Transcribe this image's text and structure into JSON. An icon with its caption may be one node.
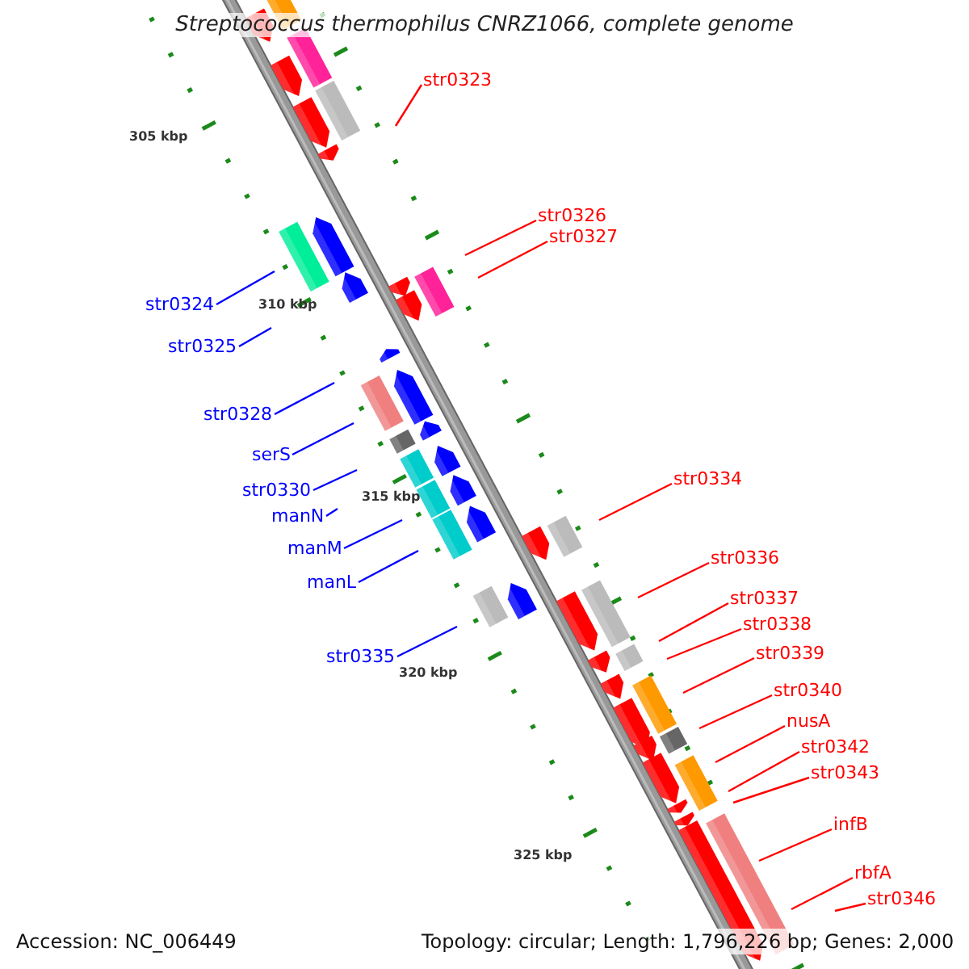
{
  "diagram": {
    "title": "Streptococcus thermophilus CNRZ1066, complete genome",
    "nodes": [
      {
        "text": [
          "str0323"
        ]
      },
      {
        "text": [
          "str0326"
        ]
      },
      {
        "text": [
          "str0327"
        ]
      },
      {
        "text": [
          "str0324"
        ]
      },
      {
        "text": [
          "str0325"
        ]
      },
      {
        "text": [
          "str0328"
        ]
      },
      {
        "text": [
          "serS"
        ]
      },
      {
        "text": [
          "str0334"
        ]
      },
      {
        "text": [
          "str0330"
        ]
      },
      {
        "text": [
          "manN"
        ]
      },
      {
        "text": [
          "manM"
        ]
      },
      {
        "text": [
          "str0336"
        ]
      },
      {
        "text": [
          "manL"
        ]
      },
      {
        "text": [
          "str0337"
        ]
      },
      {
        "text": [
          "str0338"
        ]
      },
      {
        "text": [
          "str0339"
        ]
      },
      {
        "text": [
          "str0335"
        ]
      },
      {
        "text": [
          "str0340"
        ]
      },
      {
        "text": [
          "nusA"
        ]
      },
      {
        "text": [
          "str0342"
        ]
      },
      {
        "text": [
          "str0343"
        ]
      },
      {
        "text": [
          "infB"
        ]
      },
      {
        "text": [
          "rbfA"
        ]
      },
      {
        "text": [
          "str0346"
        ]
      }
    ],
    "edges": [
      {
        "from": 0,
        "to": null,
        "arrow": "none"
      },
      {
        "from": 1,
        "to": null,
        "arrow": "none"
      },
      {
        "from": 2,
        "to": null,
        "arrow": "none"
      },
      {
        "from": 3,
        "to": null,
        "arrow": "none",
        "color": "#0000ff"
      },
      {
        "from": 4,
        "to": null,
        "arrow": "none",
        "color": "#0000ff"
      },
      {
        "from": 5,
        "to": null,
        "arrow": "none",
        "color": "#0000ff"
      },
      {
        "from": 6,
        "to": null,
        "arrow": "none",
        "color": "#0000ff"
      },
      {
        "from": 7,
        "to": null,
        "arrow": "none"
      },
      {
        "from": 8,
        "to": null,
        "arrow": "none",
        "color": "#0000ff"
      },
      {
        "from": 9,
        "to": null,
        "arrow": "none",
        "color": "#0000ff"
      },
      {
        "from": 10,
        "to": null,
        "arrow": "none",
        "color": "#0000ff"
      },
      {
        "from": 11,
        "to": null,
        "arrow": "none"
      },
      {
        "from": 12,
        "to": null,
        "arrow": "none",
        "color": "#0000ff"
      },
      {
        "from": 13,
        "to": null,
        "arrow": "none"
      },
      {
        "from": 14,
        "to": null,
        "arrow": "none"
      },
      {
        "from": 15,
        "to": null,
        "arrow": "none"
      },
      {
        "from": 16,
        "to": null,
        "arrow": "none",
        "color": "#0000ff"
      },
      {
        "from": 17,
        "to": null,
        "arrow": "none"
      },
      {
        "from": 18,
        "to": null,
        "arrow": "none"
      },
      {
        "from": 19,
        "to": null,
        "arrow": "none"
      },
      {
        "from": 20,
        "to": null,
        "arrow": "none"
      },
      {
        "from": 21,
        "to": null,
        "arrow": "none"
      },
      {
        "from": 22,
        "to": null,
        "arrow": "none"
      },
      {
        "from": 23,
        "to": null,
        "arrow": "none"
      }
    ],
    "labels": [
      "305 kbp",
      "310 kbp",
      "315 kbp",
      "320 kbp",
      "325 kbp",
      "Accession: NC_006449",
      "Topology: circular; Length: 1,796,226 bp; Genes: 2,000"
    ]
  }
}
